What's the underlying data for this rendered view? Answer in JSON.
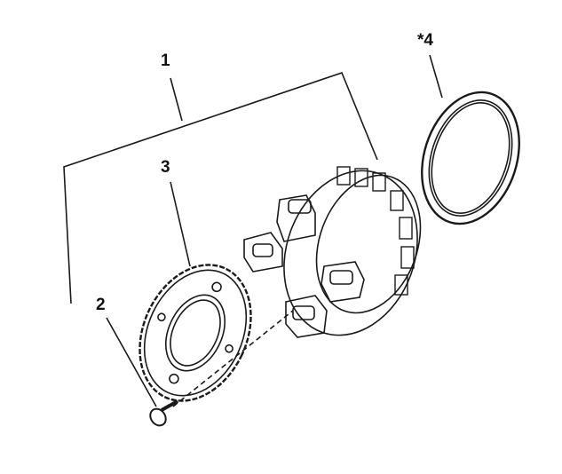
{
  "diagram": {
    "labels": {
      "part1": "1",
      "part2": "2",
      "part3": "3",
      "part4": "*4"
    }
  },
  "colors": {
    "line": "#1a1a1a",
    "background": "#ffffff"
  }
}
